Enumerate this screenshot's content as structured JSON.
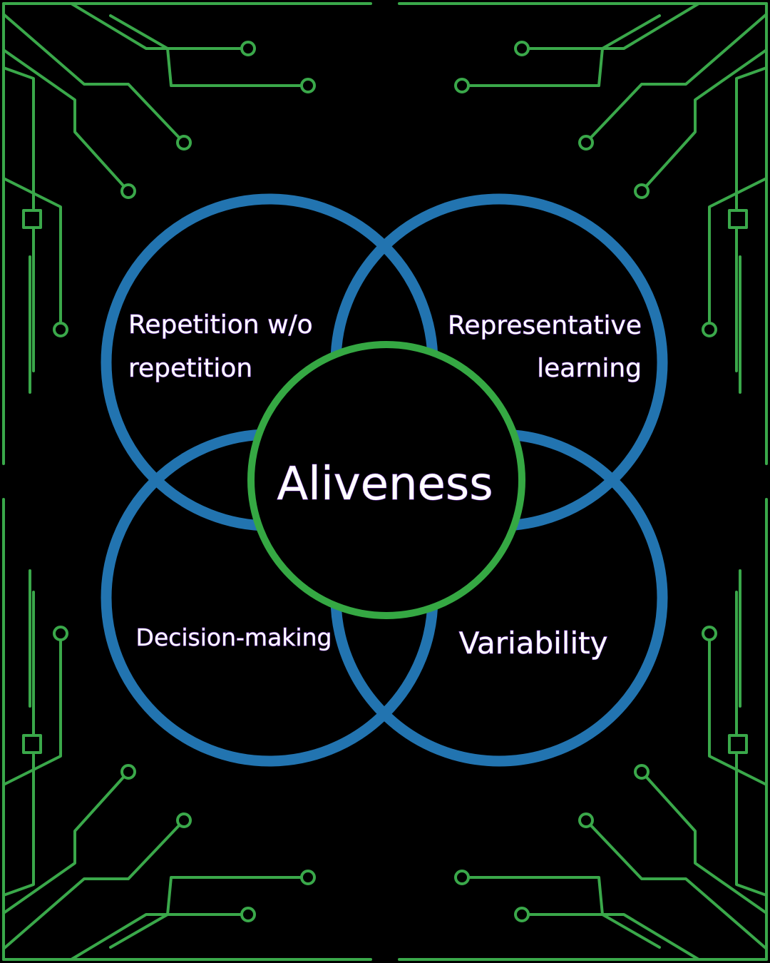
{
  "diagram": {
    "center_label": "Aliveness",
    "circles": [
      {
        "id": "top-left",
        "lines": [
          "Repetition w/o",
          "repetition"
        ]
      },
      {
        "id": "top-right",
        "lines": [
          "Representative",
          "learning"
        ]
      },
      {
        "id": "bottom-left",
        "lines": [
          "Decision-making"
        ]
      },
      {
        "id": "bottom-right",
        "lines": [
          "Variability"
        ]
      }
    ]
  },
  "colors": {
    "background": "#000000",
    "circuit": "#3aa84a",
    "outer_circles": "#2274b0",
    "center_circle": "#35a843",
    "text": "#ffffff"
  }
}
